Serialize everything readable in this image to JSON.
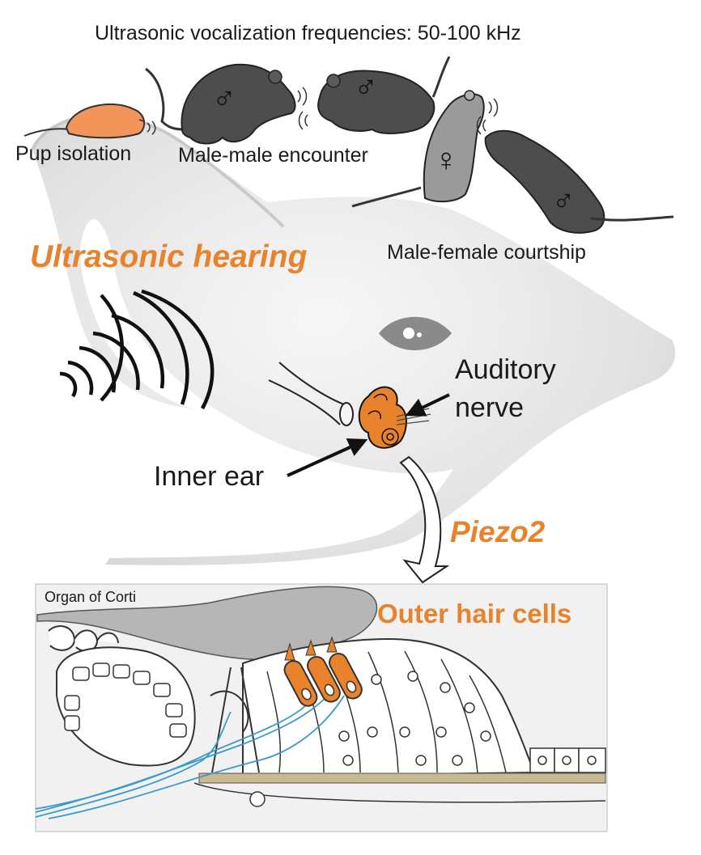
{
  "title": "Ultrasonic vocalization frequencies: 50-100 kHz",
  "contexts": {
    "pup": "Pup isolation",
    "male_male": "Male-male encounter",
    "male_female": "Male-female courtship"
  },
  "sexes": {
    "male": "♂",
    "female": "♀"
  },
  "hearing_label": "Ultrasonic hearing",
  "auditory_nerve": [
    "Auditory",
    "nerve"
  ],
  "inner_ear": "Inner ear",
  "gene": "Piezo2",
  "organ_title": "Organ of Corti",
  "hair_cells": "Outer hair cells",
  "colors": {
    "accent": "#e8822b",
    "head": "#dcdcdc",
    "mouse_dark": "#4d4d4d",
    "mouse_light": "#9a9a9a",
    "nerve_fiber": "#3a9ac9",
    "membrane": "#c8b990"
  }
}
